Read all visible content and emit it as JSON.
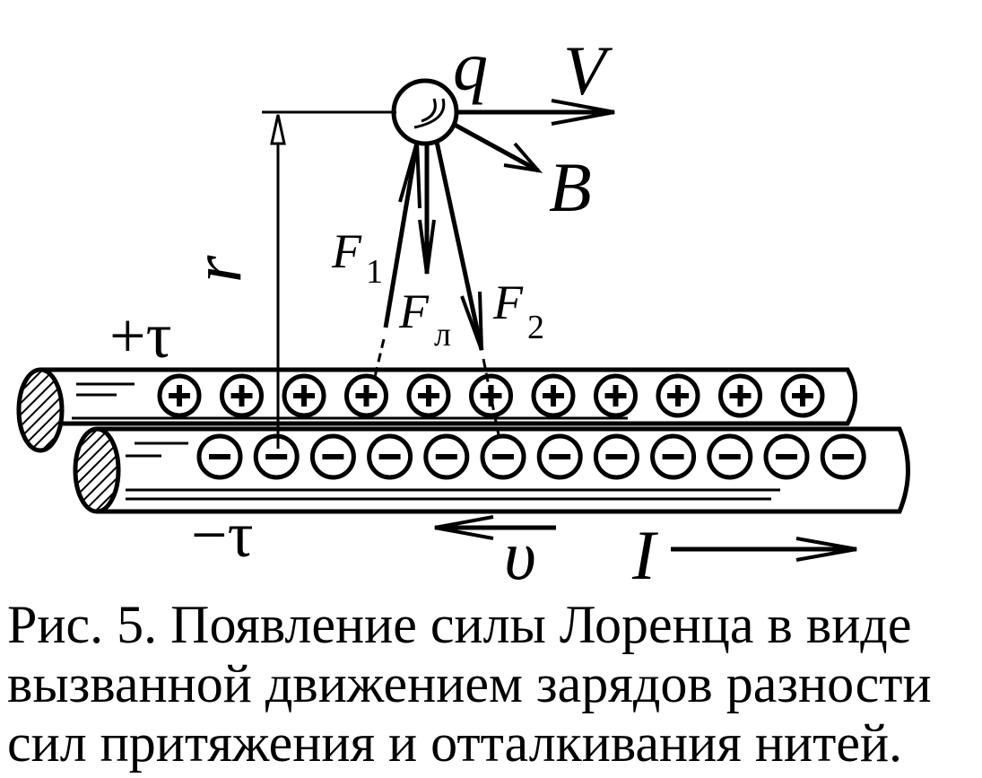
{
  "labels": {
    "charge": "q",
    "velocity": "V",
    "field": "B",
    "distance": "r",
    "force1": "F",
    "force1_sub": "1",
    "force_lorentz": "F",
    "force_lorentz_sub": "л",
    "force2": "F",
    "force2_sub": "2",
    "positive_thread": "+τ",
    "negative_thread": "−τ",
    "drift_velocity": "υ",
    "current": "I"
  },
  "positive_charges": [
    "+",
    "+",
    "+",
    "+",
    "+",
    "+",
    "+",
    "+",
    "+",
    "+",
    "+"
  ],
  "negative_charges": [
    "−",
    "−",
    "−",
    "−",
    "−",
    "−",
    "−",
    "−",
    "−",
    "−",
    "−",
    "−"
  ],
  "caption": {
    "line1": "Рис. 5. Появление силы Лоренца в виде",
    "line2": "вызванной движением зарядов разности",
    "line3": "сил притяжения и отталкивания нитей."
  }
}
